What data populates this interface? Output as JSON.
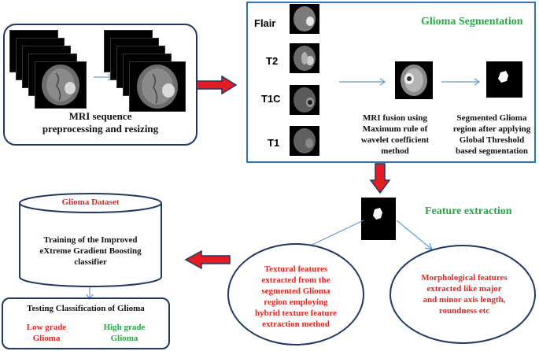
{
  "colors": {
    "panel_border": "#1f3864",
    "arrow_red": "#e51c23",
    "arrow_blue": "#5b9bd5",
    "title_green": "#28a745",
    "text_red": "#e52620",
    "text_black": "#111111"
  },
  "preprocess": {
    "caption_line1": "MRI sequence",
    "caption_line2": "preprocessing and resizing"
  },
  "segmentation": {
    "title": "Glioma Segmentation",
    "sequences": [
      "Flair",
      "T2",
      "T1C",
      "T1"
    ],
    "fusion_caption": "MRI fusion using\nMaximum rule of\nwavelet coefficient\nmethod",
    "segmented_caption": "Segmented Glioma\nregion after applying\nGlobal Threshold\nbased segmentation"
  },
  "features": {
    "title": "Feature extraction",
    "textural": "Textural features\nextracted  from the\nsegmented Glioma\nregion employing\nhybrid texture feature\nextraction method",
    "morphological": "Morphological features\nextracted like major\nand minor axis length,\nroundness etc"
  },
  "dataset": {
    "label": "Glioma Dataset",
    "training": "Training of the Improved\neXtreme Gradient Boosting\nclassifier"
  },
  "testing": {
    "title": "Testing Classification of Glioma",
    "low_grade": "Low grade\nGlioma",
    "high_grade": "High grade\nGlioma"
  }
}
